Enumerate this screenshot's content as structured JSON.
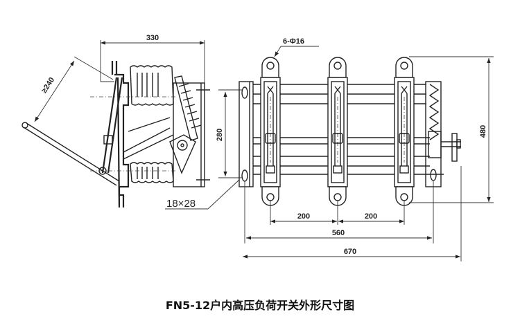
{
  "caption": "FN5-12户内高压负荷开关外形尺寸图",
  "side_view": {
    "dim_width": "330",
    "dim_handle_clearance": "≥240",
    "dim_mount_spacing": "280",
    "slot_size": "18×28"
  },
  "front_view": {
    "terminal_holes": "6-Φ16",
    "dim_height": "480",
    "dim_pole_pitch_1": "200",
    "dim_pole_pitch_2": "200",
    "dim_mount_width": "560",
    "dim_overall_width": "670"
  }
}
